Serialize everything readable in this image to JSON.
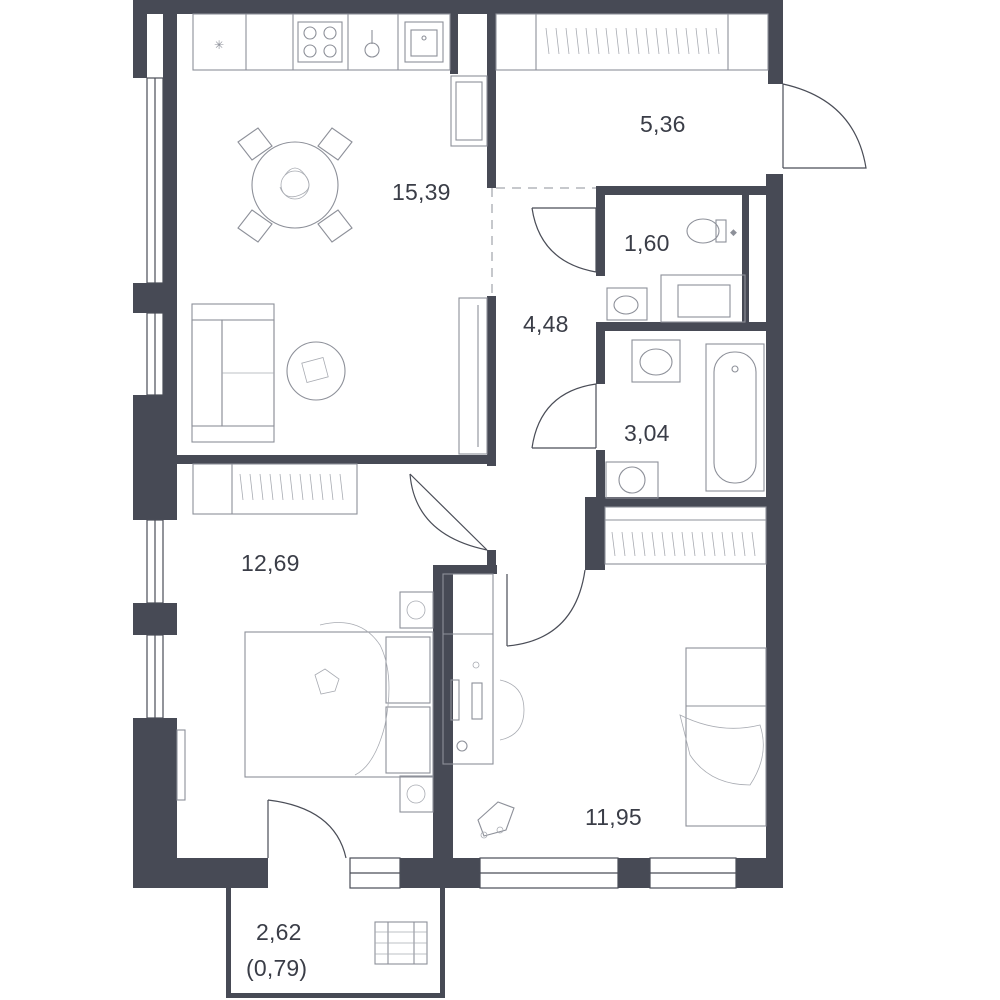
{
  "plan": {
    "wall_color": "#474a55",
    "label_color": "#3a3d47",
    "rooms": {
      "living_kitchen": "15,39",
      "hall_top": "5,36",
      "wc": "1,60",
      "corridor": "4,48",
      "bathroom": "3,04",
      "bedroom_left": "12,69",
      "bedroom_right": "11,95",
      "balcony": "2,62",
      "balcony_reduced": "(0,79)"
    },
    "icons": {
      "dining": "dining-table-icon",
      "sofa": "sofa-icon",
      "bed": "bed-icon",
      "toilet": "toilet-icon",
      "bathtub": "bathtub-icon",
      "sink": "sink-icon",
      "washer": "washing-machine-icon",
      "stove": "cooktop-icon",
      "wardrobe": "wardrobe-icon",
      "desk": "desk-icon"
    }
  }
}
